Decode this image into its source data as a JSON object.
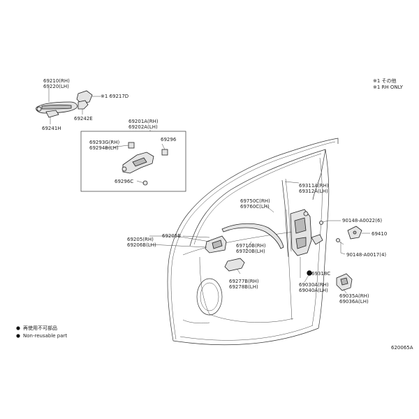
{
  "callouts": {
    "p69210": "69210(RH)",
    "p69220": "69220(LH)",
    "p69217d": "※1 69217D",
    "p69242e": "69242E",
    "p69241h": "69241H",
    "p69201a": "69201A(RH)",
    "p69202a": "69202A(LH)",
    "p69293g": "69293G(RH)",
    "p69294b": "69294B(LH)",
    "p69296": "69296",
    "p69296c": "69296C",
    "p69311a": "69311A(RH)",
    "p69312a": "69312A(LH)",
    "p69750c": "69750C(RH)",
    "p69760c": "69760C(LH)",
    "p90148a": "90148-A0022(6)",
    "p69410": "69410",
    "p90148b": "90148-A0017(4)",
    "p69205": "69205(RH)",
    "p69206": "69206B(LH)",
    "p69205b": "69205B",
    "p69710b": "69710B(RH)",
    "p69720b": "69720B(LH)",
    "p69318c": "69318C",
    "p69277b": "69277B(RH)",
    "p69278b": "69278B(LH)",
    "p69030a": "69030A(RH)",
    "p69040a": "69040A(LH)",
    "p69035a": "69035A(RH)",
    "p69036a": "69036A(LH)"
  },
  "notes": {
    "line1": "※1 その他",
    "line2": "※1 RH ONLY"
  },
  "legend": {
    "item1": "再使用不可部品",
    "item2": "Non-reusable part"
  },
  "diagram_code": "620065A"
}
